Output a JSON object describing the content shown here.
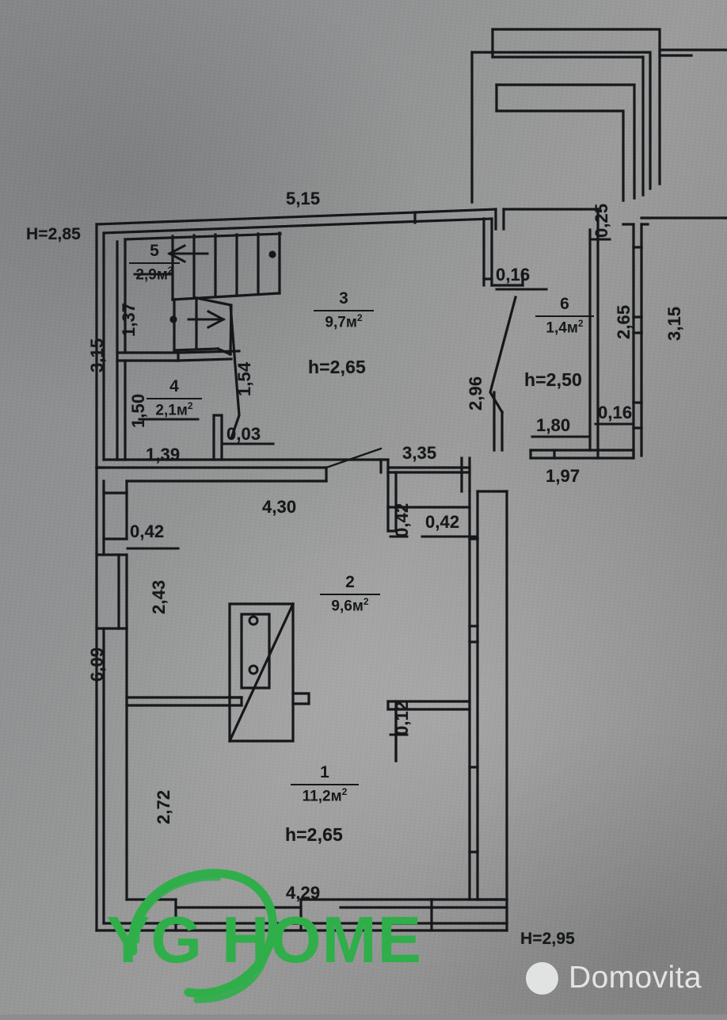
{
  "document": {
    "type": "floor-plan",
    "language": "ru",
    "area_unit": "м²"
  },
  "heights": {
    "top_left": "H=2,85",
    "bottom_right": "H=2,95"
  },
  "rooms": [
    {
      "id": "room-1",
      "number": "1",
      "area": "11,2м",
      "sup": "2",
      "height": "h=2,65"
    },
    {
      "id": "room-2",
      "number": "2",
      "area": "9,6м",
      "sup": "2",
      "height": ""
    },
    {
      "id": "room-3",
      "number": "3",
      "area": "9,7м",
      "sup": "2",
      "height": "h=2,65"
    },
    {
      "id": "room-4",
      "number": "4",
      "area": "2,1м",
      "sup": "2",
      "height": ""
    },
    {
      "id": "room-5",
      "number": "5",
      "area": "2,9м",
      "sup": "2",
      "height": ""
    },
    {
      "id": "room-6",
      "number": "6",
      "area": "1,4м",
      "sup": "2",
      "height": "h=2,50"
    }
  ],
  "dimensions": {
    "d_5_15": "5,15",
    "d_3_15_left": "3,15",
    "d_6_09": "6,09",
    "d_1_37": "1,37",
    "d_1_50": "1,50",
    "d_1_39": "1,39",
    "d_1_54": "1,54",
    "d_0_03": "0,03",
    "d_4_30": "4,30",
    "d_0_42_left": "0,42",
    "d_2_43": "2,43",
    "d_2_72": "2,72",
    "d_4_29": "4,29",
    "d_3_35": "3,35",
    "d_0_42_mid": "0,42",
    "d_0_42_right": "0,42",
    "d_0_12": "0,12",
    "d_2_96": "2,96",
    "d_0_16_top": "0,16",
    "d_0_25": "0,25",
    "d_2_65": "2,65",
    "d_3_15_right": "3,15",
    "d_1_80": "1,80",
    "d_0_16_bottom": "0,16",
    "d_1_97": "1,97"
  },
  "watermarks": {
    "brand_primary": "YG HOME",
    "brand_primary_color": "#2fae4a",
    "brand_secondary": "Domovita",
    "brand_secondary_color": "#eceded"
  }
}
